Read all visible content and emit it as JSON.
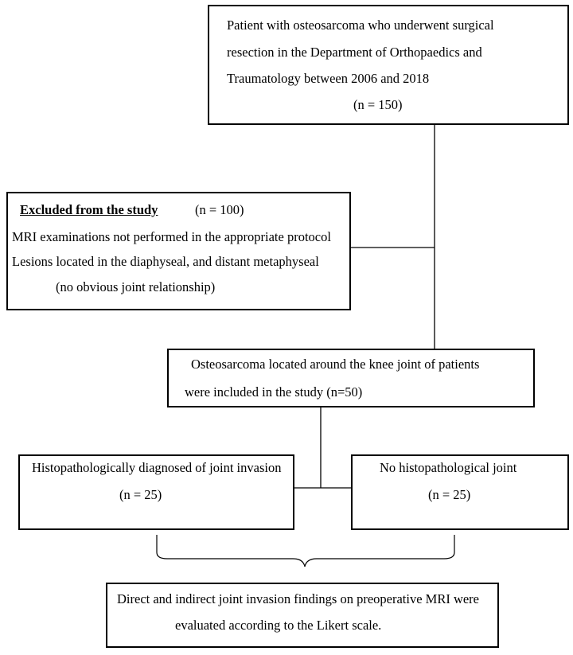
{
  "top_box": {
    "line1": "Patient with osteosarcoma who underwent surgical",
    "line2": "resection in the  Department of Orthopaedics and",
    "line3": "Traumatology between 2006 and 2018",
    "count": "(n = 150)"
  },
  "excluded_box": {
    "heading": "Excluded from the study",
    "count": "(n = 100)",
    "line1": "MRI examinations not performed in the appropriate protocol",
    "line2": "Lesions located in the diaphyseal, and distant metaphyseal",
    "line3": "(no obvious joint relationship)"
  },
  "included_box": {
    "line1": "Osteosarcoma located around the knee joint of patients",
    "line2": "were included in the study (n=50)"
  },
  "invasion_box": {
    "line1": "Histopathologically diagnosed of joint invasion",
    "count": "(n = 25)"
  },
  "no_invasion_box": {
    "line1": "No histopathological joint",
    "count": "(n = 25)"
  },
  "evaluation_box": {
    "line1": "Direct and indirect joint invasion findings on preoperative MRI were",
    "line2": "evaluated according to the Likert scale."
  }
}
